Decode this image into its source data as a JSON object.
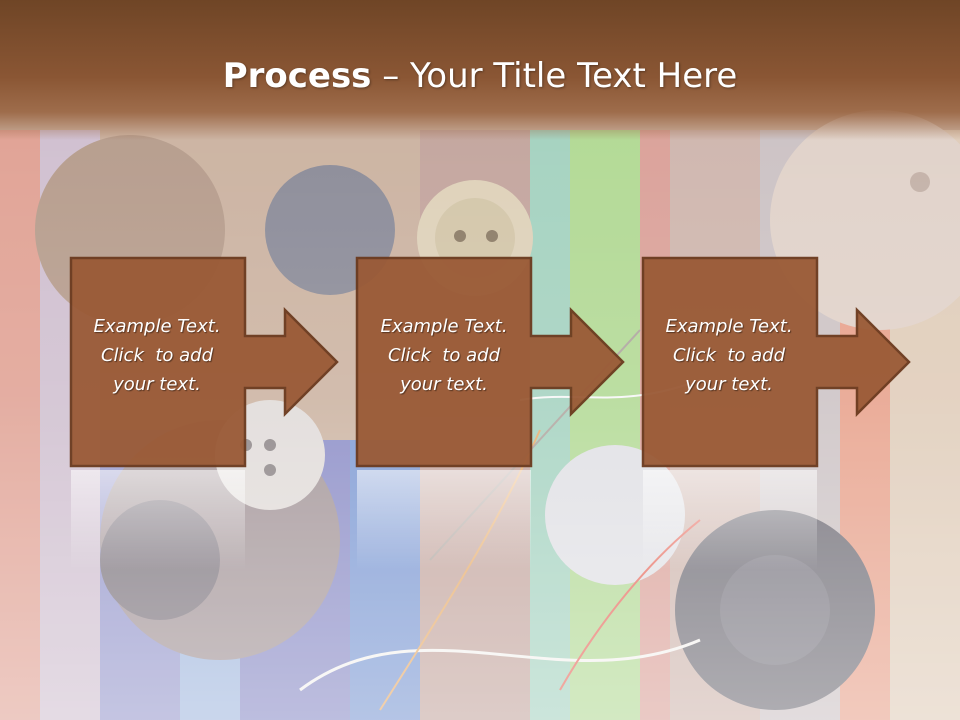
{
  "slide": {
    "title_bold": "Process",
    "title_rest": " – Your Title Text Here"
  },
  "steps": [
    {
      "line1": "Example Text.",
      "line2": "Click  to add",
      "line3": "your text."
    },
    {
      "line1": "Example Text.",
      "line2": "Click  to add",
      "line3": "your text."
    },
    {
      "line1": "Example Text.",
      "line2": "Click  to add",
      "line3": "your text."
    }
  ],
  "colors": {
    "header": "#7a4a29",
    "box_fill": "#9a5a36",
    "box_stroke": "#6b3a1e"
  }
}
